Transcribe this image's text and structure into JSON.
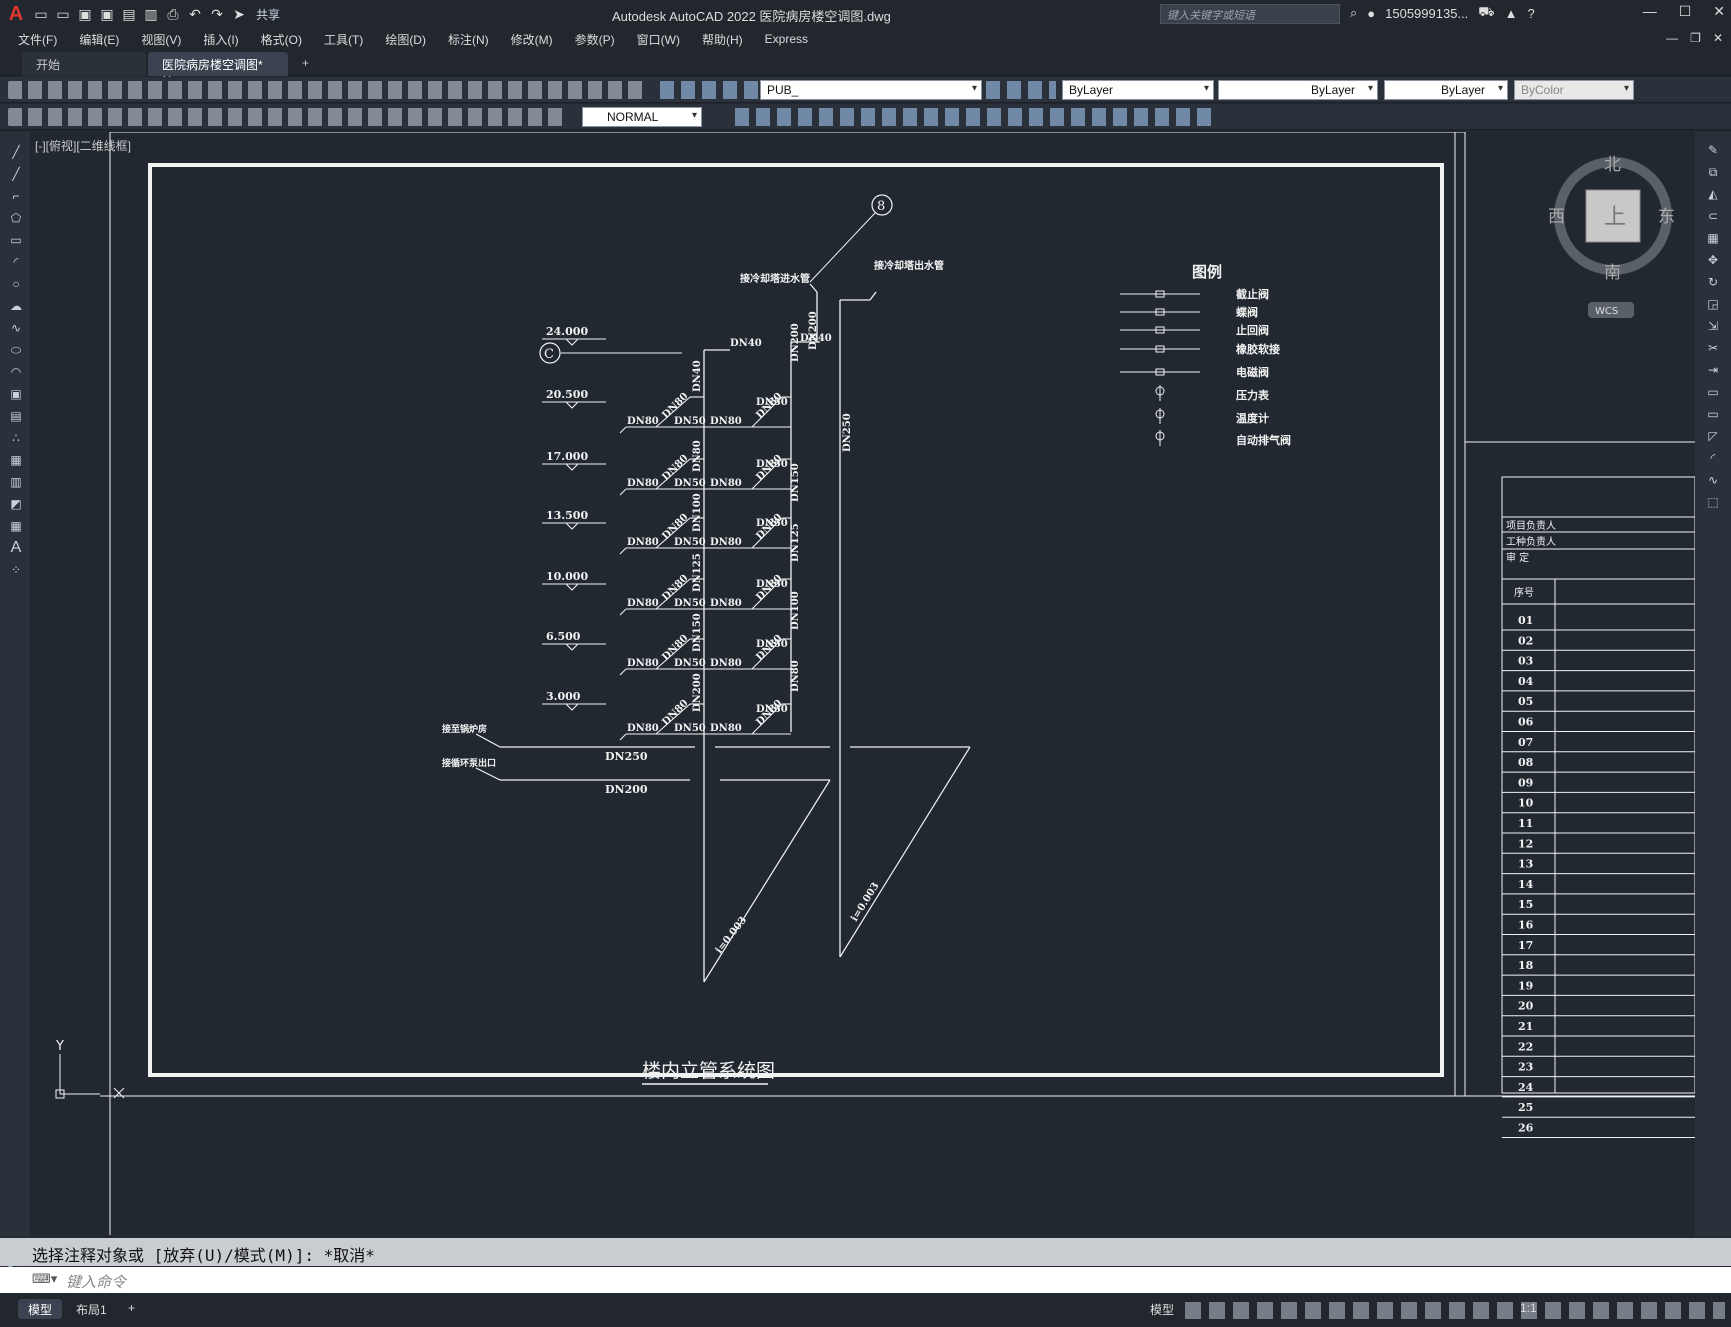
{
  "app": {
    "title": "Autodesk AutoCAD 2022    医院病房楼空调图.dwg",
    "share": "共享",
    "search_placeholder": "键入关键字或短语",
    "user": "1505999135...",
    "accent": "#e0362f"
  },
  "menu": [
    "文件(F)",
    "编辑(E)",
    "视图(V)",
    "插入(I)",
    "格式(O)",
    "工具(T)",
    "绘图(D)",
    "标注(N)",
    "修改(M)",
    "参数(P)",
    "窗口(W)",
    "帮助(H)",
    "Express"
  ],
  "tabs": [
    {
      "label": "开始"
    },
    {
      "label": "医院病房楼空调图*"
    }
  ],
  "toolbar": {
    "layer": "PUB_",
    "color": "ByLayer",
    "linetype": "ByLayer",
    "lineweight": "ByLayer",
    "plotstyle": "ByColor",
    "dimstyle": "NORMAL"
  },
  "viewport": {
    "label": "[-][俯视][二维线框]"
  },
  "viewcube": {
    "north": "北",
    "south": "南",
    "east": "东",
    "west": "西",
    "top": "上",
    "wcs": "WCS"
  },
  "drawing": {
    "title": "楼内立管系统图",
    "axis_8": "8",
    "axis_c": "C",
    "label_in": "接冷却塔进水管",
    "label_out": "接冷却塔出水管",
    "label_boiler": "接至锅炉房",
    "label_return": "接循环泵出口",
    "main_dn250": "DN250",
    "main_dn200": "DN200",
    "elevations": [
      "24.000",
      "20.500",
      "17.000",
      "13.500",
      "10.000",
      "6.500",
      "3.000"
    ],
    "riser_labels": [
      "DN40",
      "DN80",
      "DN100",
      "DN125",
      "DN150",
      "DN200"
    ],
    "right_riser_labels": [
      "DN200",
      "DN200",
      "DN150",
      "DN125",
      "DN100",
      "DN80"
    ],
    "riser_dn250": "DN250",
    "top_dn40_a": "DN40",
    "top_dn40_b": "DN40",
    "branch_dn80": "DN80",
    "branch_dn50": "DN50",
    "slope": "i=0.003",
    "legend_title": "图例",
    "legend": [
      "截止阀",
      "蝶阀",
      "止回阀",
      "橡胶软接",
      "电磁阀",
      "压力表",
      "温度计",
      "自动排气阀"
    ]
  },
  "titleblock": {
    "rows_top": [
      "项目负责人",
      "工种负责人",
      "审    定"
    ],
    "header": "序号",
    "numbers": [
      "01",
      "02",
      "03",
      "04",
      "05",
      "06",
      "07",
      "08",
      "09",
      "10",
      "11",
      "12",
      "13",
      "14",
      "15",
      "16",
      "17",
      "18",
      "19",
      "20",
      "21",
      "22",
      "23",
      "24",
      "25",
      "26"
    ]
  },
  "command": {
    "history": "选择注释对象或 [放弃(U)/模式(M)]: *取消*",
    "placeholder": "键入命令"
  },
  "status": {
    "tabs": [
      "模型",
      "布局1"
    ],
    "model": "模型",
    "scale": "1:1"
  }
}
